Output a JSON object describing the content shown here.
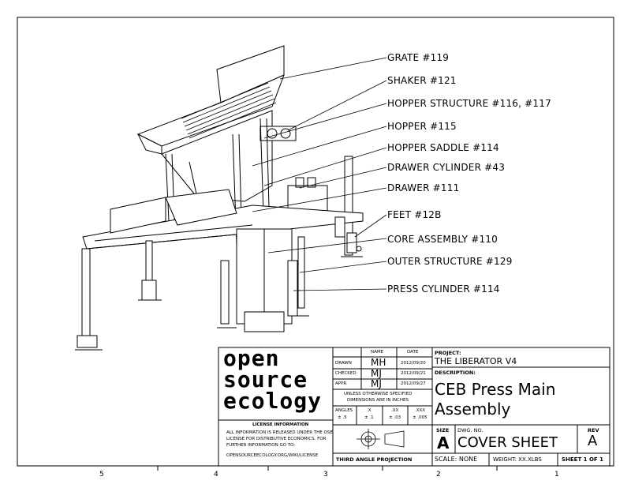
{
  "callouts": [
    "GRATE #119",
    "SHAKER #121",
    "HOPPER STRUCTURE #116, #117",
    "HOPPER #115",
    "HOPPER SADDLE #114",
    "DRAWER CYLINDER #43",
    "DRAWER #111",
    "FEET #12B",
    "CORE ASSEMBLY #110",
    "OUTER STRUCTURE #129",
    "PRESS CYLINDER #114"
  ],
  "zones": [
    "5",
    "4",
    "3",
    "2",
    "1"
  ],
  "logo": {
    "line1": "open",
    "line2": "source",
    "line3": "ecology"
  },
  "license": {
    "heading": "LICENSE INFORMATION",
    "body1": "ALL INFORMATION IS RELEASED UNDER THE OSE",
    "body2": "LICENSE FOR DISTRIBUTIVE ECONOMICS. FOR",
    "body3": "FURTHER INFORMATION GO TO:",
    "url": "OPENSOURCEECOLOGY.ORG/WIKI/LICENSE"
  },
  "approvals": {
    "name_header": "NAME",
    "date_header": "DATE",
    "rows": [
      {
        "label": "DRAWN",
        "name": "MH",
        "date": "2012/09/20"
      },
      {
        "label": "CHECKED",
        "name": "MJ",
        "date": "2012/09/21"
      },
      {
        "label": "APPR.",
        "name": "MJ",
        "date": "2012/09/27"
      }
    ]
  },
  "tolerance": {
    "note1": "UNLESS OTHERWISE SPECIFIED",
    "note2": "DIMENSIONS ARE IN INCHES",
    "angles_label": "ANGLES",
    "angles_value": "± .5",
    "x_label": ".X",
    "x_value": "± .1",
    "xx_label": ".XX",
    "xx_value": "± .03",
    "xxx_label": ".XXX",
    "xxx_value": "± .005"
  },
  "projection": "THIRD ANGLE PROJECTION",
  "project": {
    "label": "PROJECT:",
    "value": "THE LIBERATOR V4"
  },
  "description": {
    "label": "DESCRIPTION:",
    "line1": "CEB Press Main",
    "line2": "Assembly"
  },
  "size": {
    "label": "SIZE",
    "value": "A"
  },
  "dwg": {
    "label": "DWG. NO.",
    "value": "COVER SHEET"
  },
  "rev": {
    "label": "REV",
    "value": "A"
  },
  "scale": "SCALE: NONE",
  "weight": "WEIGHT: XX.XLBS",
  "sheet": "SHEET 1 OF 1"
}
